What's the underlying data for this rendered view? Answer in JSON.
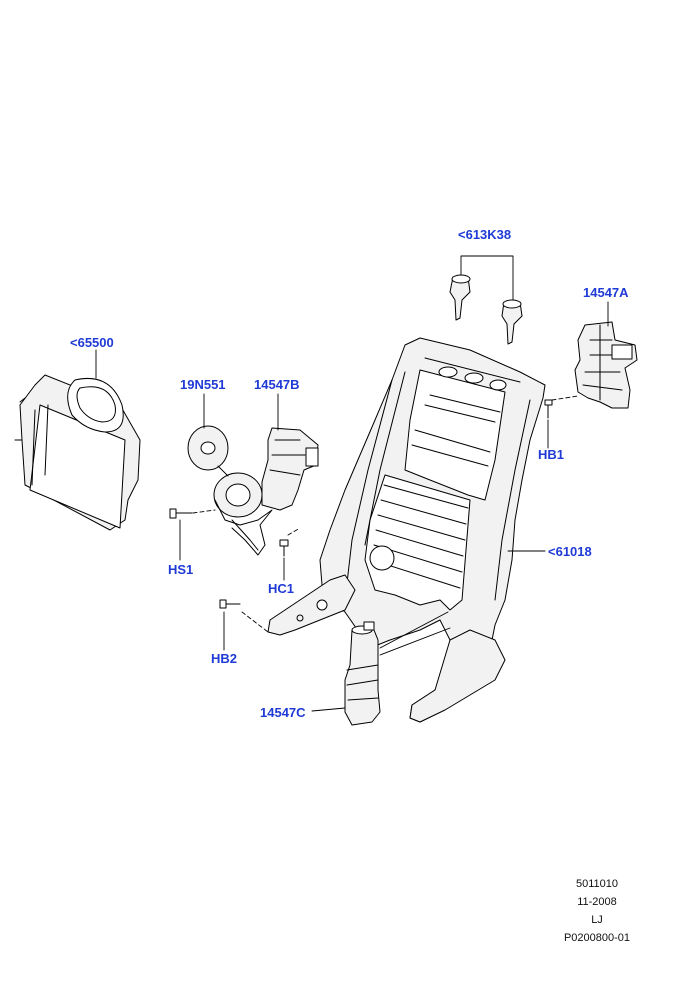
{
  "callouts": {
    "c613k38": "<613K38",
    "c14547a": "14547A",
    "c65500": "<65500",
    "c19n551": "19N551",
    "c14547b": "14547B",
    "chb1": "HB1",
    "c61018": "<61018",
    "chs1": "HS1",
    "chc1": "HC1",
    "chb2": "HB2",
    "c14547c": "14547C"
  },
  "footer": {
    "line1": "5011010",
    "line2": "11-2008",
    "line3": "LJ",
    "line4": "P0200800-01"
  },
  "colors": {
    "callout": "#1f3ad6",
    "line": "#000000",
    "part_fill": "#f2f2f2"
  }
}
